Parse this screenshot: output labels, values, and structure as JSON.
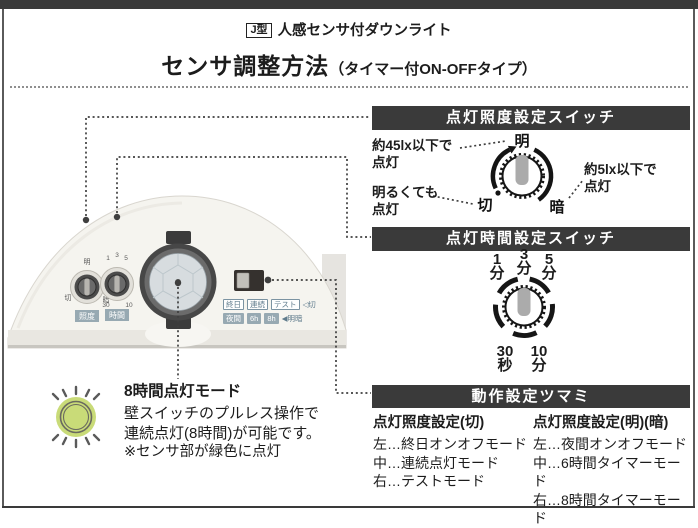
{
  "header": {
    "type_badge": "J型",
    "product_name": "人感センサ付ダウンライト",
    "title": "センサ調整方法",
    "title_note": "（タイマー付ON-OFFタイプ）"
  },
  "panel_illuminance": {
    "title": "点灯照度設定スイッチ",
    "label_dim_l1": "約45lx以下で",
    "label_dim_l2": "点灯",
    "label_always_l1": "明るくても",
    "label_always_l2": "点灯",
    "label_dark_l1": "約5lx以下で",
    "label_dark_l2": "点灯",
    "dial": {
      "top": "明",
      "off": "切",
      "dark": "暗"
    }
  },
  "panel_time": {
    "title": "点灯時間設定スイッチ",
    "ticks": [
      {
        "num": "1",
        "unit": "分"
      },
      {
        "num": "3",
        "unit": "分"
      },
      {
        "num": "5",
        "unit": "分"
      },
      {
        "num": "30",
        "unit": "秒"
      },
      {
        "num": "10",
        "unit": "分"
      }
    ]
  },
  "panel_mode": {
    "title": "動作設定ツマミ",
    "col_off": {
      "heading": "点灯照度設定(切)",
      "items": [
        "左…終日オンオフモード",
        "中…連続点灯モード",
        "右…テストモード"
      ]
    },
    "col_bright_dark": {
      "heading": "点灯照度設定(明)(暗)",
      "items": [
        "左…夜間オンオフモード",
        "中…6時間タイマーモード",
        "右…8時間タイマーモード"
      ]
    }
  },
  "note_8h": {
    "heading": "8時間点灯モード",
    "line1": "壁スイッチのプルレス操作で",
    "line2": "連続点灯(8時間)が可能です。",
    "line3": "※センサ部が緑色に点灯"
  },
  "device": {
    "knob_illuminance": {
      "top": "明",
      "left": "切",
      "right": "暗",
      "caption": "照度"
    },
    "knob_time": {
      "t1": "1",
      "t2": "3",
      "t3": "5",
      "b1": "30",
      "b2": "10",
      "caption": "時間"
    },
    "mode_labels_row1": [
      "終日",
      "連続",
      "テスト"
    ],
    "mode_row1_pointer": "◁切",
    "mode_labels_row2": [
      "夜間",
      "6h",
      "8h"
    ],
    "mode_row2_pointer": "◀明暗"
  },
  "colors": {
    "header_bar": "#3a3a3a",
    "badge_blue_gray": "#97a9b2",
    "glow_green": "#c9db78"
  }
}
